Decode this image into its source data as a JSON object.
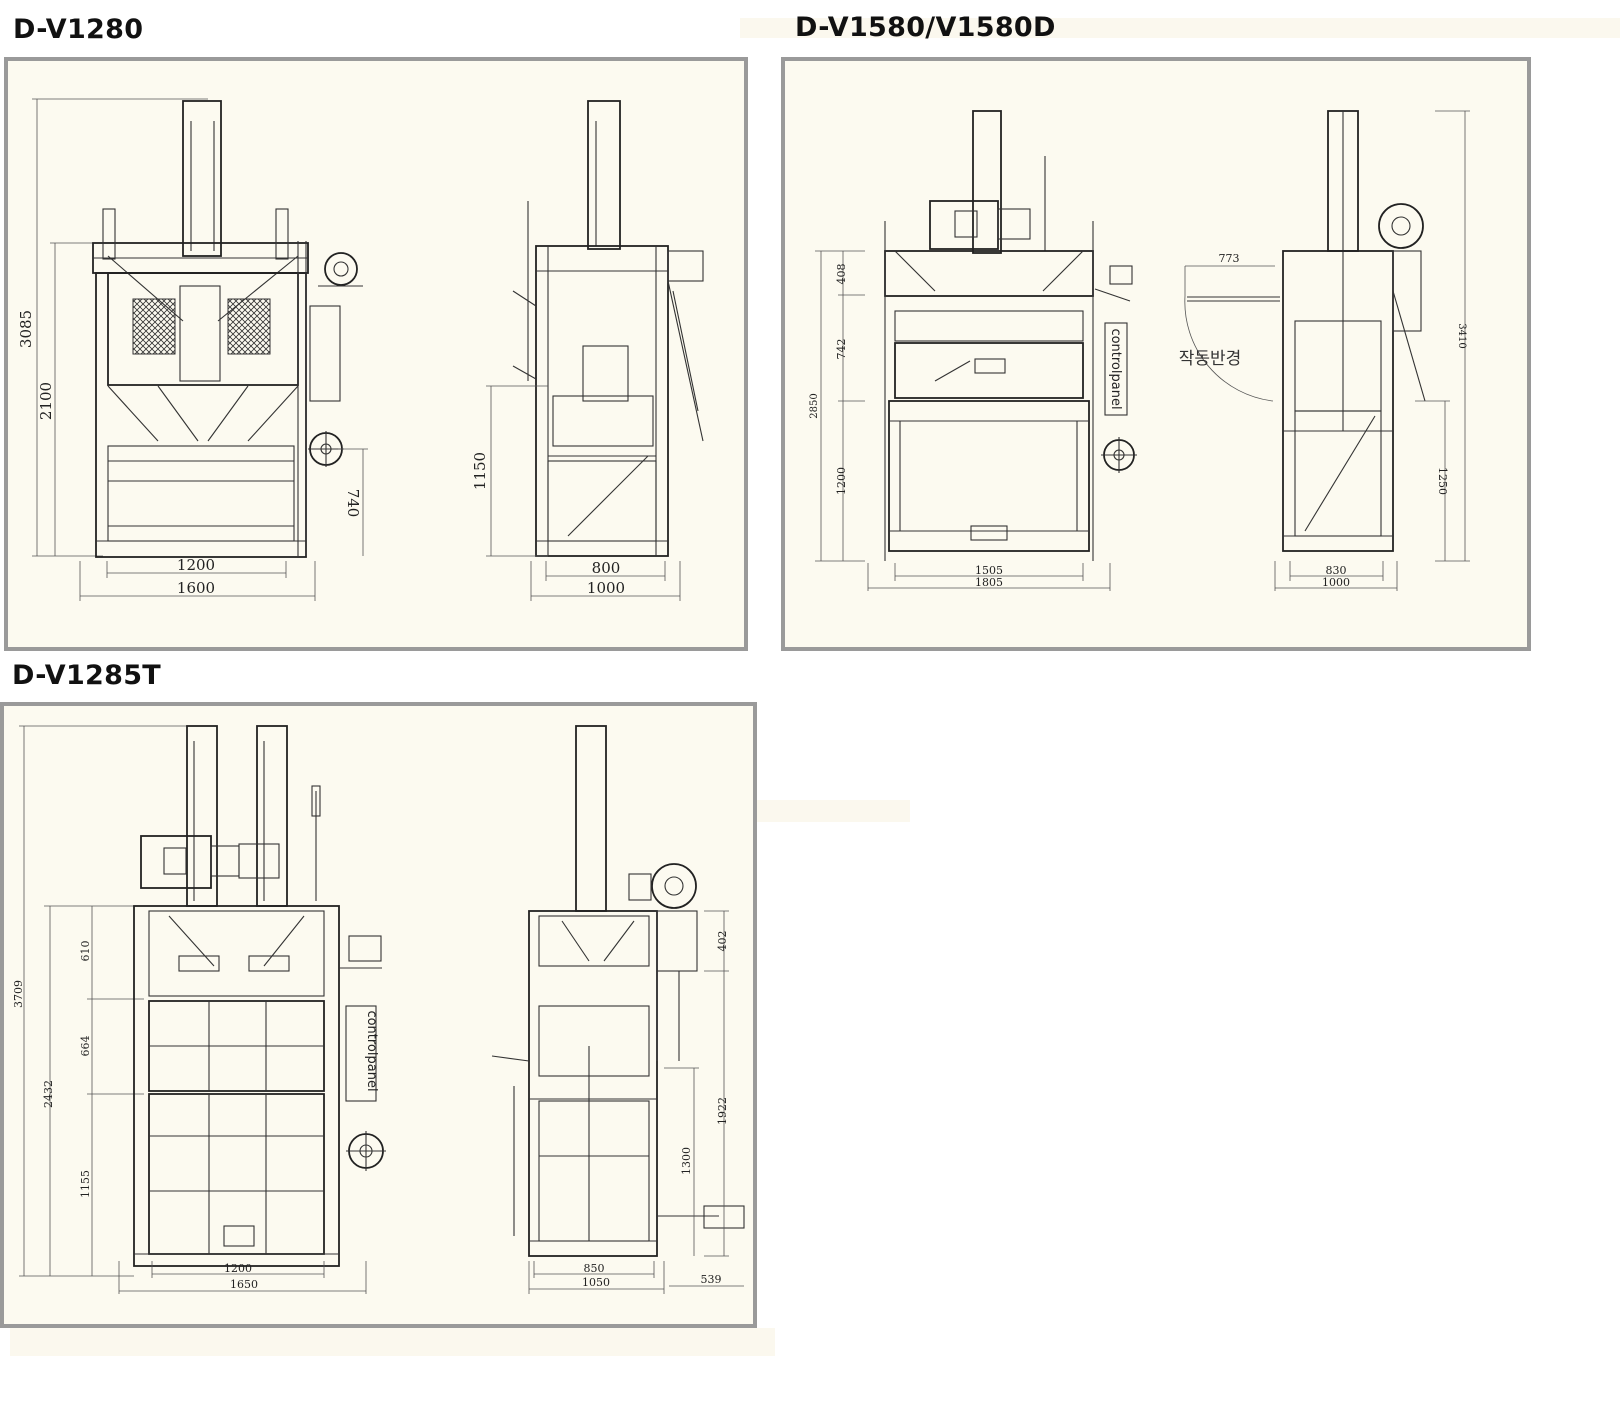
{
  "models": [
    {
      "title": "D-V1280",
      "front": {
        "height_total": "3085",
        "height_chamber": "2100",
        "inner_width": "1200",
        "outer_width": "1600",
        "wheel_height": "740"
      },
      "side": {
        "height_door": "1150",
        "inner_depth": "800",
        "outer_depth": "1000"
      }
    },
    {
      "title": "D-V1580/V1580D",
      "front": {
        "height_total": "2850",
        "h_top": "408",
        "h_mid": "742",
        "h_bottom": "1200",
        "inner_width": "1505",
        "outer_width": "1805",
        "control_panel": "controlpanel"
      },
      "side": {
        "arm_length": "773",
        "swing_label": "작동반경",
        "height_total": "3410",
        "height_door": "1250",
        "inner_depth": "830",
        "outer_depth": "1000"
      }
    },
    {
      "title": "D-V1285T",
      "front": {
        "height_total": "3709",
        "height_chamber": "2432",
        "h_top": "610",
        "h_mid": "664",
        "h_bottom": "1155",
        "inner_width": "1200",
        "outer_width": "1650",
        "control_panel": "controlpanel"
      },
      "side": {
        "h_top": "402",
        "height_mid": "1922",
        "height_door": "1300",
        "inner_depth": "850",
        "outer_depth": "1050",
        "ext_depth": "539"
      }
    }
  ]
}
